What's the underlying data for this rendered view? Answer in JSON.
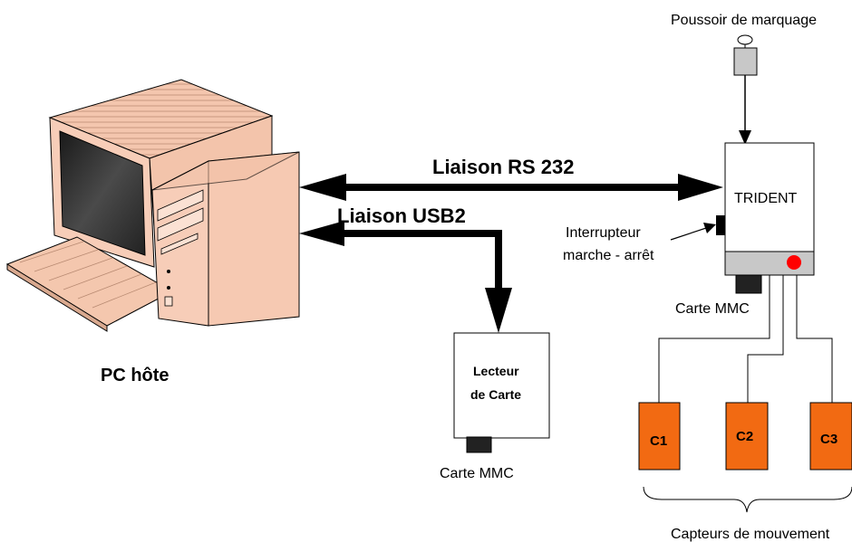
{
  "labels": {
    "pc_host": "PC hôte",
    "rs232_link": "Liaison RS 232",
    "usb2_link": "Liaison USB2",
    "marking_button": "Poussoir de marquage",
    "trident": "TRIDENT",
    "switch_line1": "Interrupteur",
    "switch_line2": "marche - arrêt",
    "mmc_card_trident": "Carte MMC",
    "mmc_card_reader": "Carte MMC",
    "reader_line1": "Lecteur",
    "reader_line2": "de Carte",
    "motion_sensors": "Capteurs de mouvement"
  },
  "sensors": [
    "C1",
    "C2",
    "C3"
  ],
  "colors": {
    "sensor_fill": "#f26a12",
    "indicator_led": "#ff0000",
    "pc_case": "#f6c9b2",
    "screen_dark": "#2c2c2c",
    "trident_base": "#c8c8c8",
    "push_button": "#c8c8c8"
  },
  "icons": {
    "pc": "desktop-computer-icon",
    "button": "push-button-icon",
    "card": "memory-card-icon"
  }
}
